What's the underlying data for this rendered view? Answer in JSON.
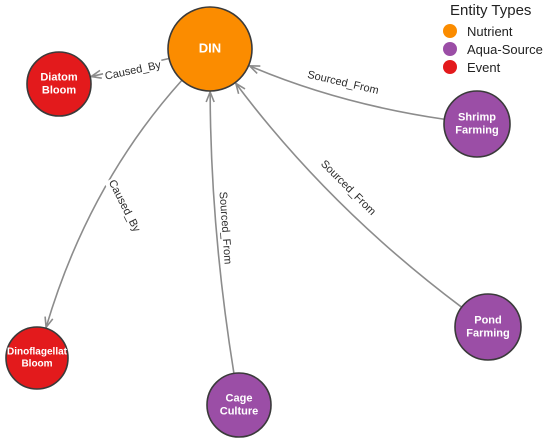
{
  "legend": {
    "title": "Entity Types",
    "items": [
      {
        "key": "nutrient",
        "label": "Nutrient",
        "color": "#fb8c00"
      },
      {
        "key": "aqua",
        "label": "Aqua-Source",
        "color": "#9b4ea6"
      },
      {
        "key": "event",
        "label": "Event",
        "color": "#e31a1c"
      }
    ]
  },
  "nodes": [
    {
      "id": "din",
      "lines": [
        "DIN"
      ],
      "type": "nutrient"
    },
    {
      "id": "diatom",
      "lines": [
        "Diatom",
        "Bloom"
      ],
      "type": "event"
    },
    {
      "id": "dino",
      "lines": [
        "Dinoflagellat",
        "Bloom"
      ],
      "type": "event"
    },
    {
      "id": "shrimp",
      "lines": [
        "Shrimp",
        "Farming"
      ],
      "type": "aqua"
    },
    {
      "id": "pond",
      "lines": [
        "Pond",
        "Farming"
      ],
      "type": "aqua"
    },
    {
      "id": "cage",
      "lines": [
        "Cage",
        "Culture"
      ],
      "type": "aqua"
    }
  ],
  "edges": [
    {
      "id": "din-diatom",
      "from": "din",
      "to": "diatom",
      "label": "Caused_By"
    },
    {
      "id": "din-dino",
      "from": "din",
      "to": "dino",
      "label": "Caused_By"
    },
    {
      "id": "shrimp-din",
      "from": "shrimp",
      "to": "din",
      "label": "Sourced_From"
    },
    {
      "id": "pond-din",
      "from": "pond",
      "to": "din",
      "label": "Sourced_From"
    },
    {
      "id": "cage-din",
      "from": "cage",
      "to": "din",
      "label": "Sourced_From"
    }
  ]
}
